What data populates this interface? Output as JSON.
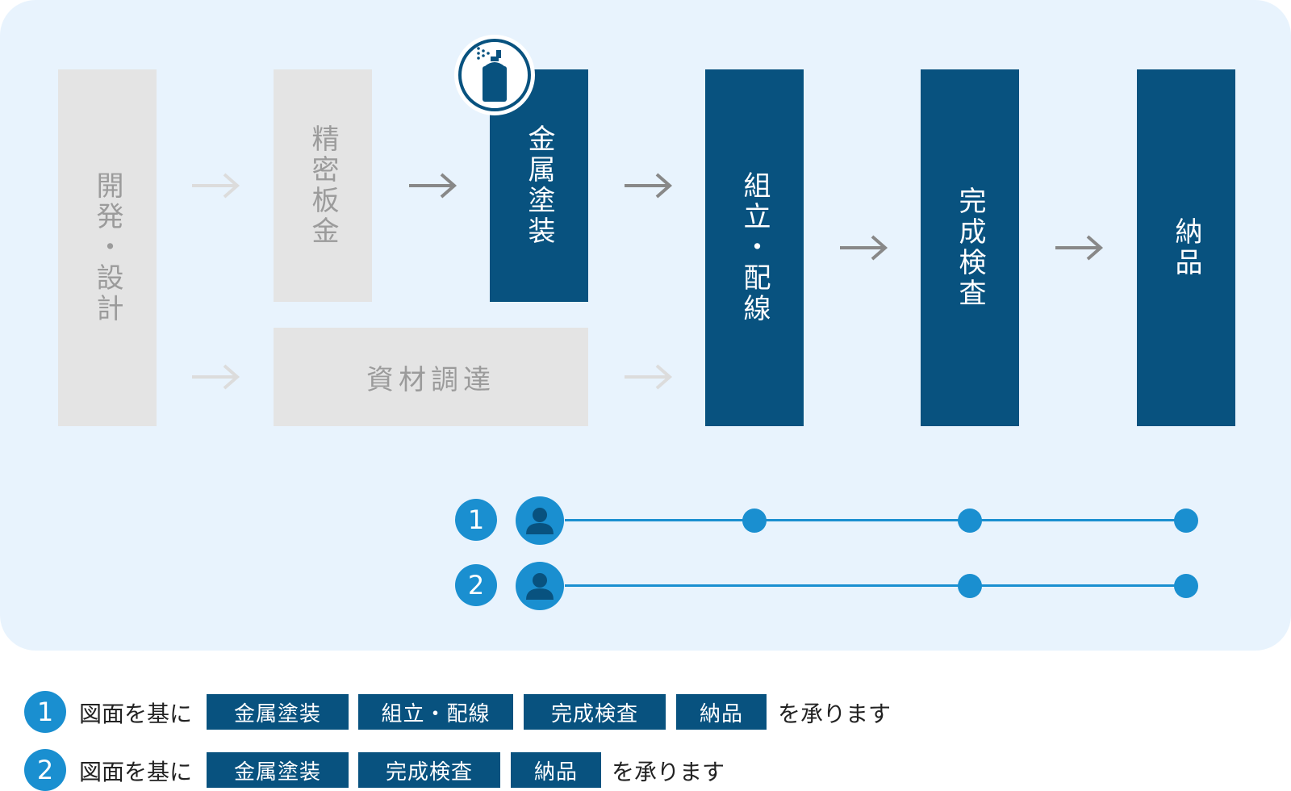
{
  "flow": {
    "steps": [
      {
        "label": "開発・設計",
        "state": "inactive"
      },
      {
        "label": "精密板金",
        "state": "inactive"
      },
      {
        "label": "金属塗装",
        "state": "active"
      },
      {
        "label": "資材調達",
        "state": "inactive"
      },
      {
        "label": "組立・配線",
        "state": "active"
      },
      {
        "label": "完成検査",
        "state": "active"
      },
      {
        "label": "納品",
        "state": "active"
      }
    ],
    "spray_icon": "spray-can-icon"
  },
  "timeline": {
    "rows": [
      {
        "number": "1",
        "icon": "user-icon"
      },
      {
        "number": "2",
        "icon": "user-icon"
      }
    ]
  },
  "legend": {
    "rows": [
      {
        "number": "1",
        "prefix": "図面を基に",
        "tags": [
          "金属塗装",
          "組立・配線",
          "完成検査",
          "納品"
        ],
        "suffix": "を承ります"
      },
      {
        "number": "2",
        "prefix": "図面を基に",
        "tags": [
          "金属塗装",
          "完成検査",
          "納品"
        ],
        "suffix": "を承ります"
      }
    ]
  },
  "colors": {
    "active": "#08527f",
    "inactive": "#e4e4e4",
    "accent": "#1a8fd0",
    "panel": "#e8f3fd"
  }
}
